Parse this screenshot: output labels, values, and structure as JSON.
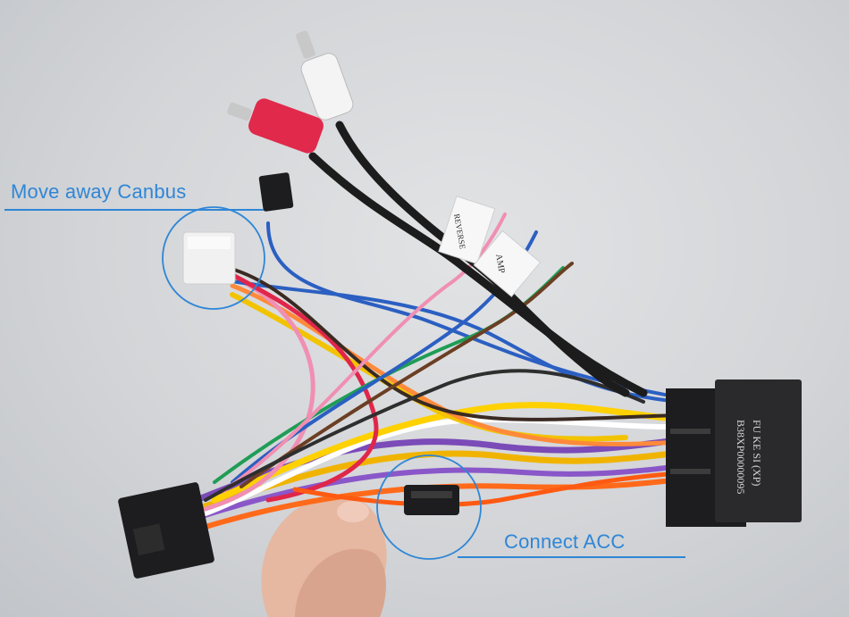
{
  "annotations": {
    "canbus_label": "Move away Canbus",
    "acc_label": "Connect ACC"
  },
  "box_label": {
    "line1": "FU KE SI (XP)",
    "line2": "B38XP00000095"
  },
  "wire_tags": {
    "reverse": "REVERSE",
    "amp": "AMP"
  },
  "colors": {
    "annotation": "#2f86d6",
    "rca_red": "#e0294b",
    "rca_white": "#f4f4f4",
    "connector_black": "#1d1d1f"
  }
}
